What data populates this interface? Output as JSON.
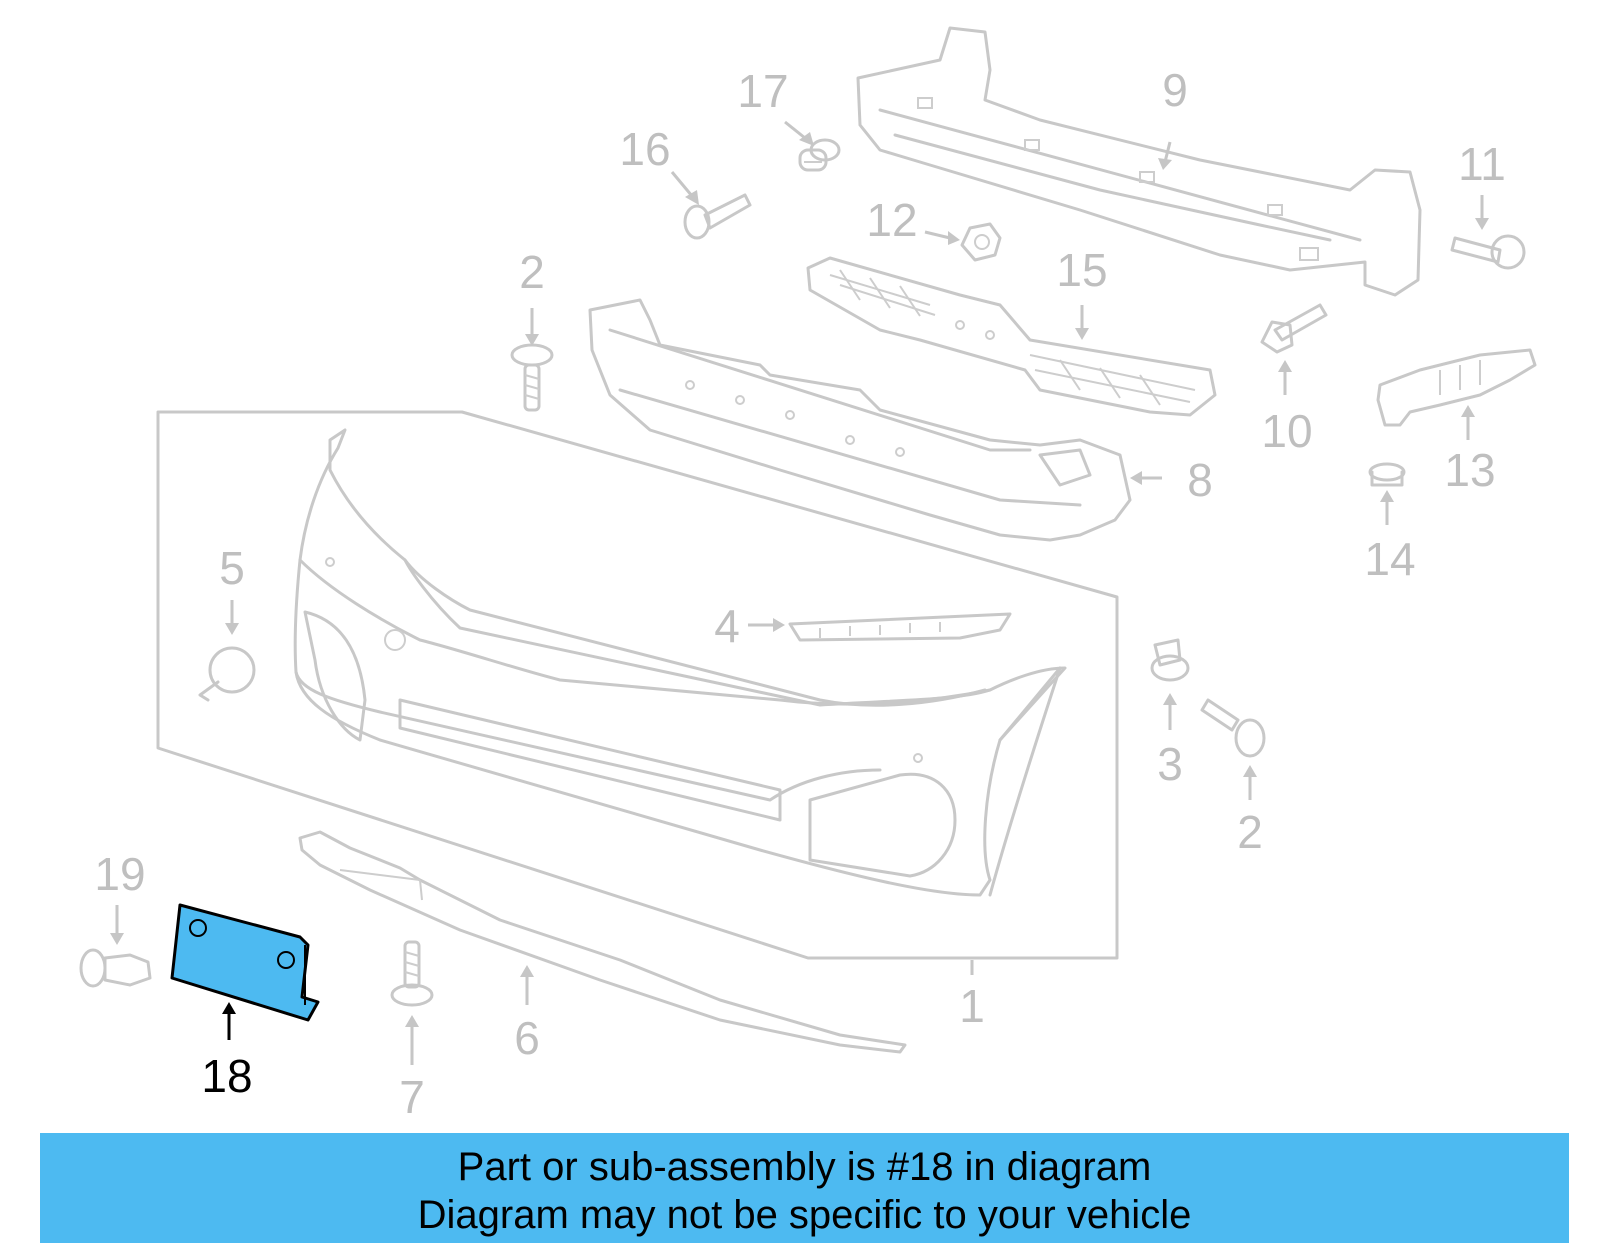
{
  "highlight_color": "#4dbaf1",
  "highlighted_part": "18",
  "callouts": [
    {
      "id": "1",
      "label": "1"
    },
    {
      "id": "2a",
      "label": "2"
    },
    {
      "id": "2b",
      "label": "2"
    },
    {
      "id": "3",
      "label": "3"
    },
    {
      "id": "4",
      "label": "4"
    },
    {
      "id": "5",
      "label": "5"
    },
    {
      "id": "6",
      "label": "6"
    },
    {
      "id": "7",
      "label": "7"
    },
    {
      "id": "8",
      "label": "8"
    },
    {
      "id": "9",
      "label": "9"
    },
    {
      "id": "10",
      "label": "10"
    },
    {
      "id": "11",
      "label": "11"
    },
    {
      "id": "12",
      "label": "12"
    },
    {
      "id": "13",
      "label": "13"
    },
    {
      "id": "14",
      "label": "14"
    },
    {
      "id": "15",
      "label": "15"
    },
    {
      "id": "16",
      "label": "16"
    },
    {
      "id": "17",
      "label": "17"
    },
    {
      "id": "18",
      "label": "18"
    },
    {
      "id": "19",
      "label": "19"
    }
  ],
  "banner": {
    "line1": "Part or sub-assembly is #18 in diagram",
    "line2": "Diagram may not be specific to your vehicle"
  }
}
